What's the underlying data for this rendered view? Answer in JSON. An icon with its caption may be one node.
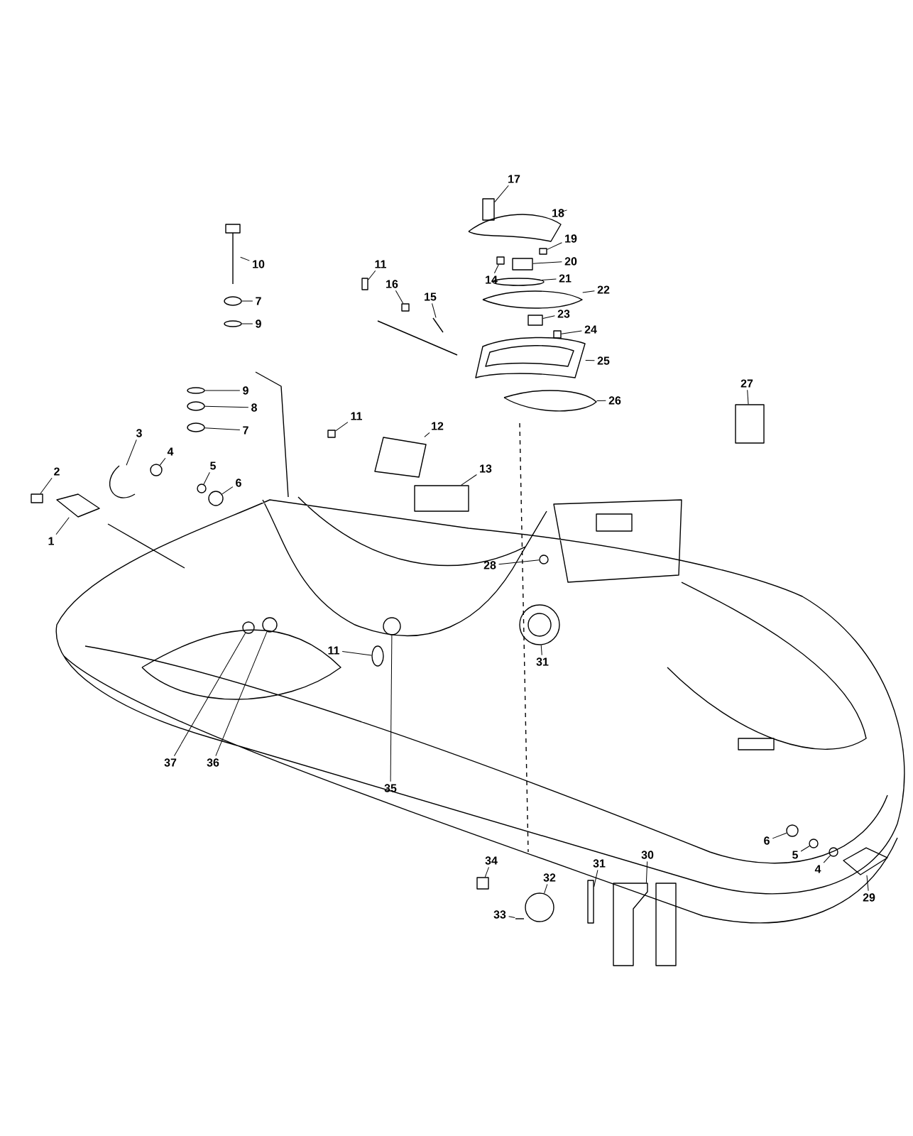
{
  "diagram": {
    "nodes": [
      {
        "text": [
          "17"
        ]
      },
      {
        "text": [
          "18"
        ]
      },
      {
        "text": [
          "19"
        ]
      },
      {
        "text": [
          "20"
        ]
      },
      {
        "text": [
          "11"
        ]
      },
      {
        "text": [
          "16"
        ]
      },
      {
        "text": [
          "14"
        ]
      },
      {
        "text": [
          "21"
        ]
      },
      {
        "text": [
          "22"
        ]
      },
      {
        "text": [
          "10"
        ]
      },
      {
        "text": [
          "15"
        ]
      },
      {
        "text": [
          "23"
        ]
      },
      {
        "text": [
          "7"
        ]
      },
      {
        "text": [
          "24"
        ]
      },
      {
        "text": [
          "9"
        ]
      },
      {
        "text": [
          "25"
        ]
      },
      {
        "text": [
          "9"
        ]
      },
      {
        "text": [
          "26"
        ]
      },
      {
        "text": [
          "27"
        ]
      },
      {
        "text": [
          "8"
        ]
      },
      {
        "text": [
          "11"
        ]
      },
      {
        "text": [
          "12"
        ]
      },
      {
        "text": [
          "7"
        ]
      },
      {
        "text": [
          "3"
        ]
      },
      {
        "text": [
          "4"
        ]
      },
      {
        "text": [
          "5"
        ]
      },
      {
        "text": [
          "2"
        ]
      },
      {
        "text": [
          "6"
        ]
      },
      {
        "text": [
          "13"
        ]
      },
      {
        "text": [
          "1"
        ]
      },
      {
        "text": [
          "28"
        ]
      },
      {
        "text": [
          "11"
        ]
      },
      {
        "text": [
          "31"
        ]
      },
      {
        "text": [
          "37"
        ]
      },
      {
        "text": [
          "36"
        ]
      },
      {
        "text": [
          "35"
        ]
      },
      {
        "text": [
          "6"
        ]
      },
      {
        "text": [
          "5"
        ]
      },
      {
        "text": [
          "4"
        ]
      },
      {
        "text": [
          "34"
        ]
      },
      {
        "text": [
          "31"
        ]
      },
      {
        "text": [
          "30"
        ]
      },
      {
        "text": [
          "32"
        ]
      },
      {
        "text": [
          "29"
        ]
      },
      {
        "text": [
          "33"
        ]
      },
      {
        "text": [],
        "shape": "box"
      },
      {
        "text": [],
        "shape": "picture"
      },
      {
        "text": [],
        "shape": "box"
      },
      {
        "text": [],
        "shape": "box"
      },
      {
        "text": [],
        "shape": "box"
      },
      {
        "text": [],
        "shape": "box"
      },
      {
        "text": [],
        "shape": "box"
      },
      {
        "text": [],
        "shape": "ellipse"
      },
      {
        "text": [],
        "shape": "picture"
      },
      {
        "text": [],
        "shape": "picture"
      },
      {
        "text": [],
        "shape": "picture"
      },
      {
        "text": [],
        "shape": "box"
      },
      {
        "text": [],
        "shape": "ellipse"
      },
      {
        "text": [],
        "shape": "box"
      },
      {
        "text": [],
        "shape": "ellipse"
      },
      {
        "text": [],
        "shape": "picture"
      },
      {
        "text": [],
        "shape": "ellipse"
      },
      {
        "text": [],
        "shape": "picture"
      },
      {
        "text": [],
        "shape": "box"
      },
      {
        "text": [],
        "shape": "ellipse"
      },
      {
        "text": [],
        "shape": "box"
      },
      {
        "text": [],
        "shape": "picture"
      },
      {
        "text": [],
        "shape": "ellipse"
      },
      {
        "text": [],
        "shape": "picture"
      },
      {
        "text": [],
        "shape": "circle"
      },
      {
        "text": [],
        "shape": "circle"
      },
      {
        "text": [],
        "shape": "box"
      },
      {
        "text": [],
        "shape": "circle"
      },
      {
        "text": [],
        "shape": "box"
      },
      {
        "text": [],
        "shape": "picture"
      },
      {
        "text": [],
        "shape": "circle"
      },
      {
        "text": [],
        "shape": "ellipse"
      },
      {
        "text": [],
        "shape": "picture"
      },
      {
        "text": [],
        "shape": "circle"
      },
      {
        "text": [],
        "shape": "circle"
      },
      {
        "text": [],
        "shape": "circle"
      },
      {
        "text": [],
        "shape": "circle"
      },
      {
        "text": [],
        "shape": "circle"
      },
      {
        "text": [],
        "shape": "circle"
      },
      {
        "text": [],
        "shape": "box"
      },
      {
        "text": [],
        "shape": "box"
      },
      {
        "text": [],
        "shape": "picture"
      },
      {
        "text": [],
        "shape": "circle"
      },
      {
        "text": [],
        "shape": "picture"
      },
      {
        "text": [],
        "shape": "picture"
      }
    ],
    "edges": [
      {
        "from": 0,
        "to": 45,
        "arrow": "none"
      },
      {
        "from": 1,
        "to": 46,
        "arrow": "none"
      },
      {
        "from": 2,
        "to": 47,
        "arrow": "none"
      },
      {
        "from": 3,
        "to": 48,
        "arrow": "none"
      },
      {
        "from": 4,
        "to": 49,
        "arrow": "none"
      },
      {
        "from": 5,
        "to": 50,
        "arrow": "none"
      },
      {
        "from": 6,
        "to": 51,
        "arrow": "none"
      },
      {
        "from": 7,
        "to": 52,
        "arrow": "none"
      },
      {
        "from": 8,
        "to": 53,
        "arrow": "none"
      },
      {
        "from": 9,
        "to": 54,
        "arrow": "none"
      },
      {
        "from": 10,
        "to": 55,
        "arrow": "none"
      },
      {
        "from": 11,
        "to": 56,
        "arrow": "none"
      },
      {
        "from": 12,
        "to": 57,
        "arrow": "none"
      },
      {
        "from": 13,
        "to": 58,
        "arrow": "none"
      },
      {
        "from": 14,
        "to": 59,
        "arrow": "none"
      },
      {
        "from": 15,
        "to": 60,
        "arrow": "none"
      },
      {
        "from": 16,
        "to": 61,
        "arrow": "none"
      },
      {
        "from": 17,
        "to": 62,
        "arrow": "none"
      },
      {
        "from": 18,
        "to": 63,
        "arrow": "none"
      },
      {
        "from": 19,
        "to": 64,
        "arrow": "none"
      },
      {
        "from": 20,
        "to": 65,
        "arrow": "none"
      },
      {
        "from": 21,
        "to": 66,
        "arrow": "none"
      },
      {
        "from": 22,
        "to": 67,
        "arrow": "none"
      },
      {
        "from": 23,
        "to": 68,
        "arrow": "none"
      },
      {
        "from": 24,
        "to": 69,
        "arrow": "none"
      },
      {
        "from": 25,
        "to": 70,
        "arrow": "none"
      },
      {
        "from": 26,
        "to": 71,
        "arrow": "none"
      },
      {
        "from": 27,
        "to": 72,
        "arrow": "none"
      },
      {
        "from": 28,
        "to": 73,
        "arrow": "none"
      },
      {
        "from": 29,
        "to": 74,
        "arrow": "none"
      },
      {
        "from": 30,
        "to": 75,
        "arrow": "none"
      },
      {
        "from": 31,
        "to": 76,
        "arrow": "none"
      },
      {
        "from": 32,
        "to": 77,
        "arrow": "none"
      },
      {
        "from": 33,
        "to": 78,
        "arrow": "none"
      },
      {
        "from": 34,
        "to": 79,
        "arrow": "none"
      },
      {
        "from": 35,
        "to": 80,
        "arrow": "none"
      },
      {
        "from": 36,
        "to": 81,
        "arrow": "none"
      },
      {
        "from": 37,
        "to": 82,
        "arrow": "none"
      },
      {
        "from": 38,
        "to": 83,
        "arrow": "none"
      },
      {
        "from": 39,
        "to": 84,
        "arrow": "none"
      },
      {
        "from": 40,
        "to": 85,
        "arrow": "none"
      },
      {
        "from": 41,
        "to": 86,
        "arrow": "none"
      },
      {
        "from": 42,
        "to": 87,
        "arrow": "none"
      },
      {
        "from": 43,
        "to": 88,
        "arrow": "none"
      },
      {
        "from": 44,
        "to": 89,
        "arrow": "none"
      }
    ]
  }
}
